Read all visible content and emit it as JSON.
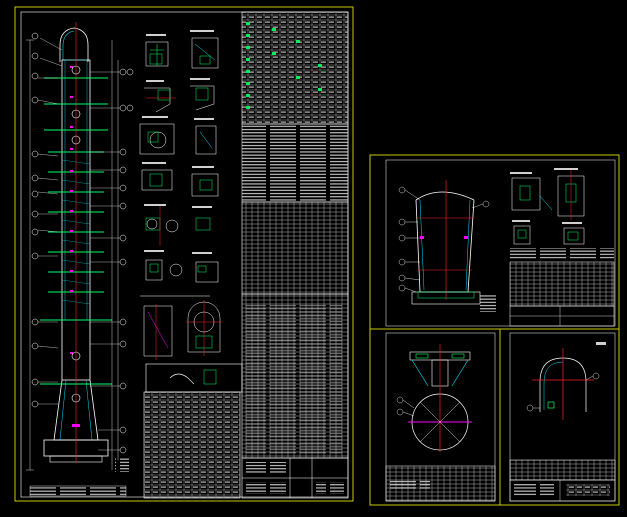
{
  "viewer": {
    "background": "#000000",
    "frame_color": "#c8c800",
    "line_colors": {
      "outline": "#ffffff",
      "centerline": "#ff2020",
      "hatch": "#00e0ff",
      "fill": "#00ff60",
      "dimension": "#00d0ff",
      "highlight": "#ff00ff"
    }
  },
  "sheets": [
    {
      "id": "main-assembly",
      "title_block": ""
    },
    {
      "id": "sheet-top-right",
      "title_block": ""
    },
    {
      "id": "sheet-bottom-left",
      "title_block": ""
    },
    {
      "id": "sheet-bottom-right",
      "title_block": ""
    }
  ],
  "icons": [
    "balloon-marker-icon",
    "section-circle-icon",
    "dome-head-icon",
    "flange-detail-icon"
  ]
}
